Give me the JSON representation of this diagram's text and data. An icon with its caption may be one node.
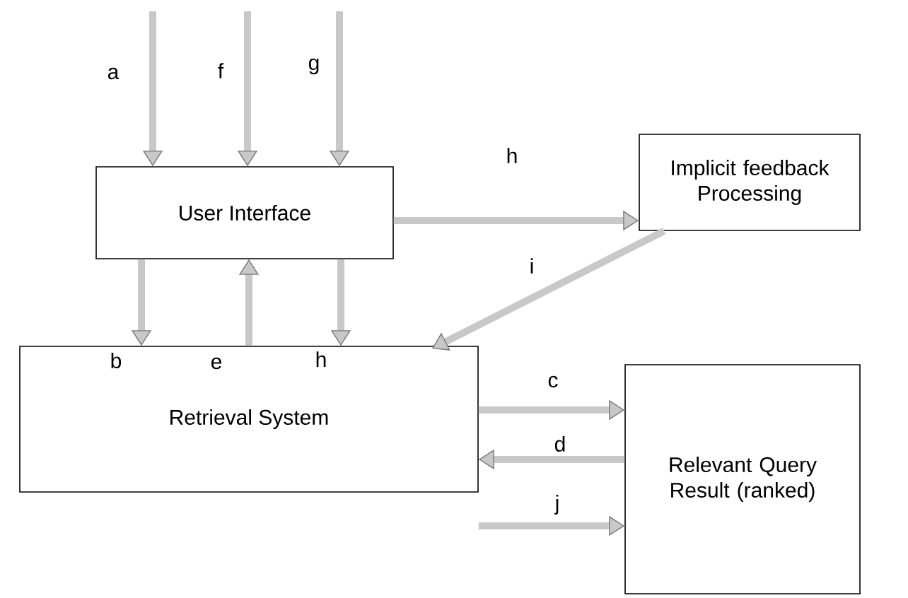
{
  "diagram": {
    "nodes": [
      {
        "text": [
          "User Interface"
        ]
      },
      {
        "text": [
          "Implicit feedback Processing"
        ]
      },
      {
        "text": [
          "Retrieval System"
        ]
      },
      {
        "text": [
          "Relevant Query Result (ranked)"
        ]
      }
    ],
    "edges": [
      {
        "from": null,
        "to": 0,
        "arrow": "to",
        "label": "a"
      },
      {
        "from": null,
        "to": 0,
        "arrow": "to",
        "label": "f"
      },
      {
        "from": null,
        "to": 0,
        "arrow": "to",
        "label": "g"
      },
      {
        "from": 0,
        "to": 1,
        "arrow": "to",
        "label": "h"
      },
      {
        "from": 1,
        "to": 2,
        "arrow": "to",
        "label": "i"
      },
      {
        "from": 0,
        "to": 2,
        "arrow": "to",
        "label": "b"
      },
      {
        "from": 2,
        "to": 0,
        "arrow": "to",
        "label": "e"
      },
      {
        "from": 0,
        "to": 2,
        "arrow": "to",
        "label": "h"
      },
      {
        "from": 2,
        "to": 3,
        "arrow": "to",
        "label": "c"
      },
      {
        "from": 3,
        "to": 2,
        "arrow": "to",
        "label": "d"
      },
      {
        "from": 2,
        "to": 3,
        "arrow": "to",
        "label": "j"
      }
    ]
  }
}
